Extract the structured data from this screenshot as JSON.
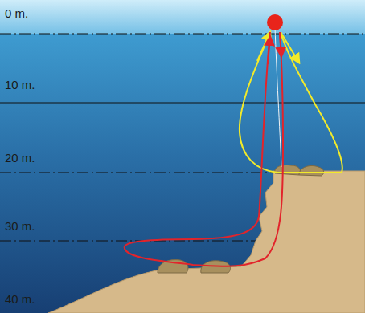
{
  "diagram": {
    "labels": [
      "0 m.",
      "10 m.",
      "20 m.",
      "30 m.",
      "40 m."
    ]
  }
}
